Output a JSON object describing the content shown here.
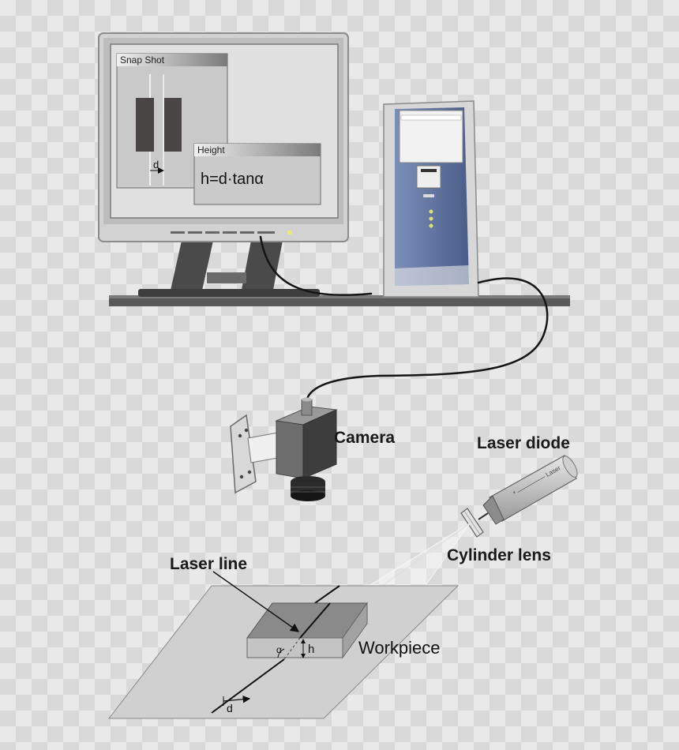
{
  "monitor": {
    "snapshot_window": {
      "title": "Snap Shot",
      "gap_label": "d"
    },
    "height_window": {
      "title": "Height",
      "formula": "h=d·tanα"
    }
  },
  "labels": {
    "camera": "Camera",
    "laser_diode": "Laser diode",
    "cylinder_lens": "Cylinder lens",
    "laser_line": "Laser line",
    "workpiece": "Workpiece",
    "height": "h",
    "angle": "α",
    "displacement": "d"
  },
  "colors": {
    "monitor_frame": "#d4d4d4",
    "tower_front": "#5b6f9a",
    "table": "#585858",
    "workpiece_top": "#8a8a8a",
    "stage": "#cfcfcf"
  }
}
